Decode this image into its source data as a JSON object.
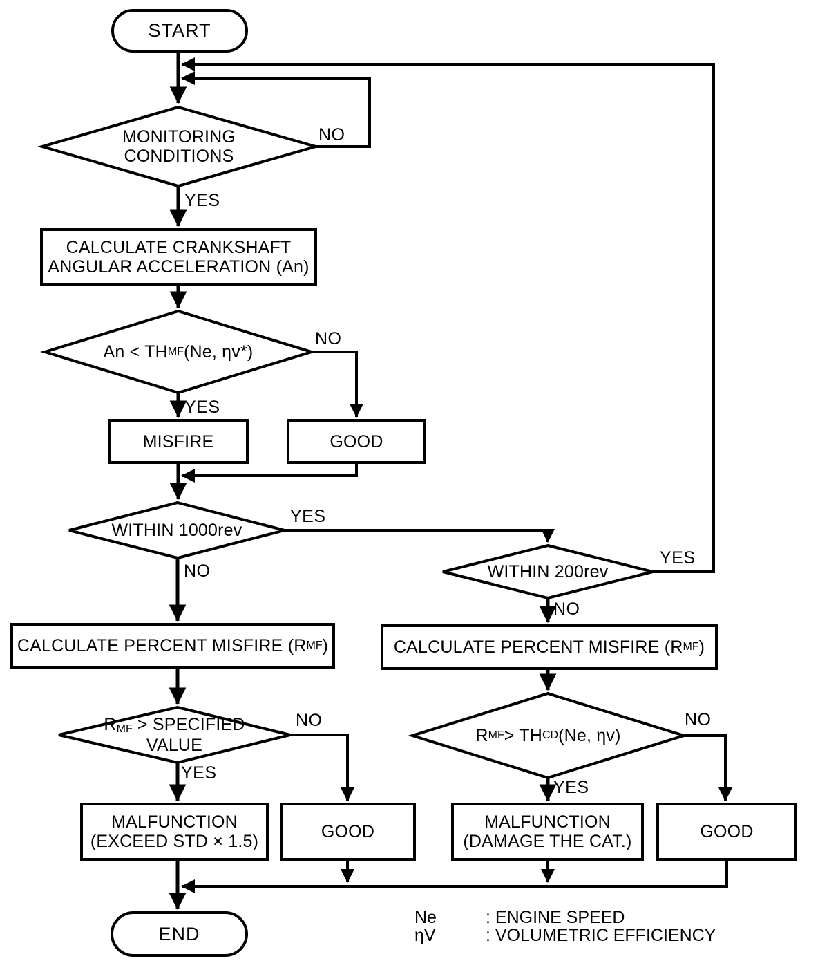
{
  "nodes": {
    "start": "START",
    "d_monitoring": {
      "text": "MONITORING\nCONDITIONS"
    },
    "r_calc_accel": {
      "text": "CALCULATE CRANKSHAFT\nANGULAR ACCELERATION (An)"
    },
    "d_an_threshold": {
      "p1": "An < TH",
      "sub1": "MF",
      "p2": " (Ne, ηv*)"
    },
    "r_misfire": "MISFIRE",
    "r_good_1": "GOOD",
    "d_within_1000rev": "WITHIN 1000rev",
    "d_within_200rev": "WITHIN 200rev",
    "r_calc_percent_left": {
      "p1": "CALCULATE PERCENT MISFIRE (R",
      "sub1": "MF",
      "p2": ")"
    },
    "r_calc_percent_right": {
      "p1": "CALCULATE PERCENT MISFIRE (R",
      "sub1": "MF",
      "p2": ")"
    },
    "d_rmf_specified": {
      "p1": "R",
      "sub1": "MF",
      "p2": " > SPECIFIED VALUE"
    },
    "d_rmf_thcd": {
      "p1": "R",
      "sub1": "MF",
      "p2": " > TH",
      "sub2": "CD",
      "p3": " (Ne, ηv)"
    },
    "r_malfunction_left": {
      "text": "MALFUNCTION\n(EXCEED STD × 1.5)"
    },
    "r_good_2": "GOOD",
    "r_malfunction_right": {
      "text": "MALFUNCTION\n(DAMAGE THE CAT.)"
    },
    "r_good_3": "GOOD",
    "end": "END"
  },
  "edge_labels": {
    "monitoring_no": "NO",
    "monitoring_yes": "YES",
    "an_no": "NO",
    "an_yes": "YES",
    "rev1000_yes": "YES",
    "rev1000_no": "NO",
    "rev200_yes": "YES",
    "rev200_no": "NO",
    "rmf_spec_no": "NO",
    "rmf_spec_yes": "YES",
    "rmf_thcd_no": "NO",
    "rmf_thcd_yes": "YES"
  },
  "legend": {
    "items": [
      {
        "symbol": "Ne",
        "desc": ": ENGINE SPEED"
      },
      {
        "symbol": "ηV",
        "desc": ": VOLUMETRIC EFFICIENCY"
      }
    ]
  },
  "colors": {
    "line": "#000000",
    "background": "#ffffff"
  }
}
